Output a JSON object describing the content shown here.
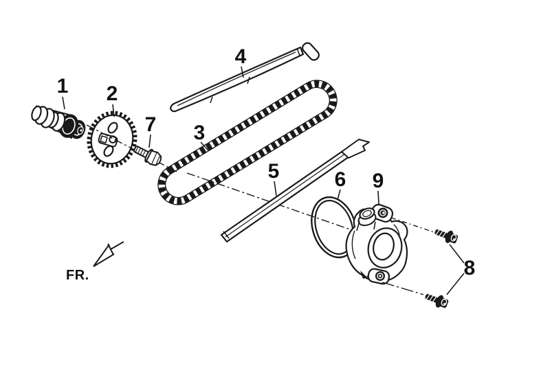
{
  "colors": {
    "background": "#ffffff",
    "line": "#1a1a1a",
    "label_text": "#111111"
  },
  "part_labels": {
    "p1": "1",
    "p2": "2",
    "p3": "3",
    "p4": "4",
    "p5": "5",
    "p6": "6",
    "p7": "7",
    "p8": "8",
    "p9": "9"
  },
  "front_marker": "FR."
}
